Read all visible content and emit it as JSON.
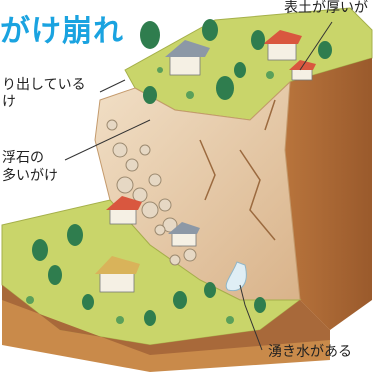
{
  "title": "がけ崩れ",
  "labels": {
    "topsoil": "表土が厚いが",
    "overhang_line1": "り出している",
    "overhang_line2": "け",
    "floating_line1": "浮石の",
    "floating_line2": "多いがけ",
    "spring": "湧き水がある"
  },
  "colors": {
    "title": "#1aa3e0",
    "grass": "#c9d56a",
    "soil": "#c98a4a",
    "cliff": "#ead3b6",
    "tree": "#2f7d4e",
    "roof_red": "#d9573f",
    "roof_gray": "#8c98a6"
  }
}
